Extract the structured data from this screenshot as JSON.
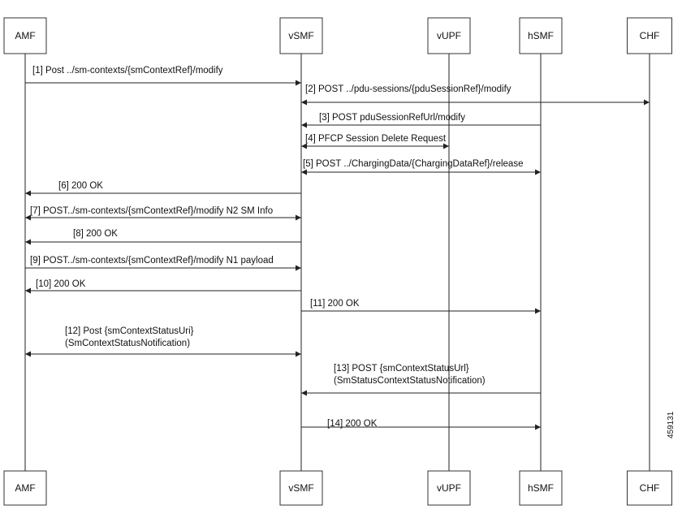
{
  "participants": [
    {
      "id": "amf",
      "label": "AMF"
    },
    {
      "id": "vsmf",
      "label": "vSMF"
    },
    {
      "id": "vupf",
      "label": "vUPF"
    },
    {
      "id": "hsmf",
      "label": "hSMF"
    },
    {
      "id": "chf",
      "label": "CHF"
    }
  ],
  "messages": [
    {
      "from": "amf",
      "to": "vsmf",
      "dir": "forward",
      "lines": [
        "[1] Post ../sm-contexts/{smContextRef}/modify"
      ]
    },
    {
      "from": "vsmf",
      "to": "chf",
      "dir": "both",
      "lines": [
        "[2] POST ../pdu-sessions/{pduSessionRef}/modify"
      ]
    },
    {
      "from": "hsmf",
      "to": "vsmf",
      "dir": "forward",
      "lines": [
        "[3] POST pduSessionRefUrl/modify"
      ]
    },
    {
      "from": "vsmf",
      "to": "vupf",
      "dir": "both",
      "lines": [
        "[4] PFCP Session Delete Request"
      ]
    },
    {
      "from": "vsmf",
      "to": "hsmf",
      "dir": "both",
      "lines": [
        "[5] POST ../ChargingData/{ChargingDataRef}/release"
      ]
    },
    {
      "from": "vsmf",
      "to": "amf",
      "dir": "forward",
      "lines": [
        "[6] 200 OK"
      ]
    },
    {
      "from": "amf",
      "to": "vsmf",
      "dir": "both",
      "lines": [
        "[7] POST../sm-contexts/{smContextRef}/modify N2 SM Info"
      ]
    },
    {
      "from": "vsmf",
      "to": "amf",
      "dir": "forward",
      "lines": [
        "[8] 200 OK"
      ]
    },
    {
      "from": "amf",
      "to": "vsmf",
      "dir": "forward",
      "lines": [
        "[9] POST../sm-contexts/{smContextRef}/modify N1 payload"
      ]
    },
    {
      "from": "vsmf",
      "to": "amf",
      "dir": "forward",
      "lines": [
        "[10] 200 OK"
      ]
    },
    {
      "from": "vsmf",
      "to": "hsmf",
      "dir": "forward",
      "lines": [
        "[11] 200 OK"
      ]
    },
    {
      "from": "amf",
      "to": "vsmf",
      "dir": "both",
      "lines": [
        "[12] Post {smContextStatusUri}",
        "(SmContextStatusNotification)"
      ]
    },
    {
      "from": "hsmf",
      "to": "vsmf",
      "dir": "forward",
      "lines": [
        "[13] POST {smContextStatusUrl}",
        "(SmStatusContextStatusNotification)"
      ]
    },
    {
      "from": "vsmf",
      "to": "hsmf",
      "dir": "forward",
      "lines": [
        "[14] 200 OK"
      ]
    }
  ],
  "figure_id": "459131"
}
